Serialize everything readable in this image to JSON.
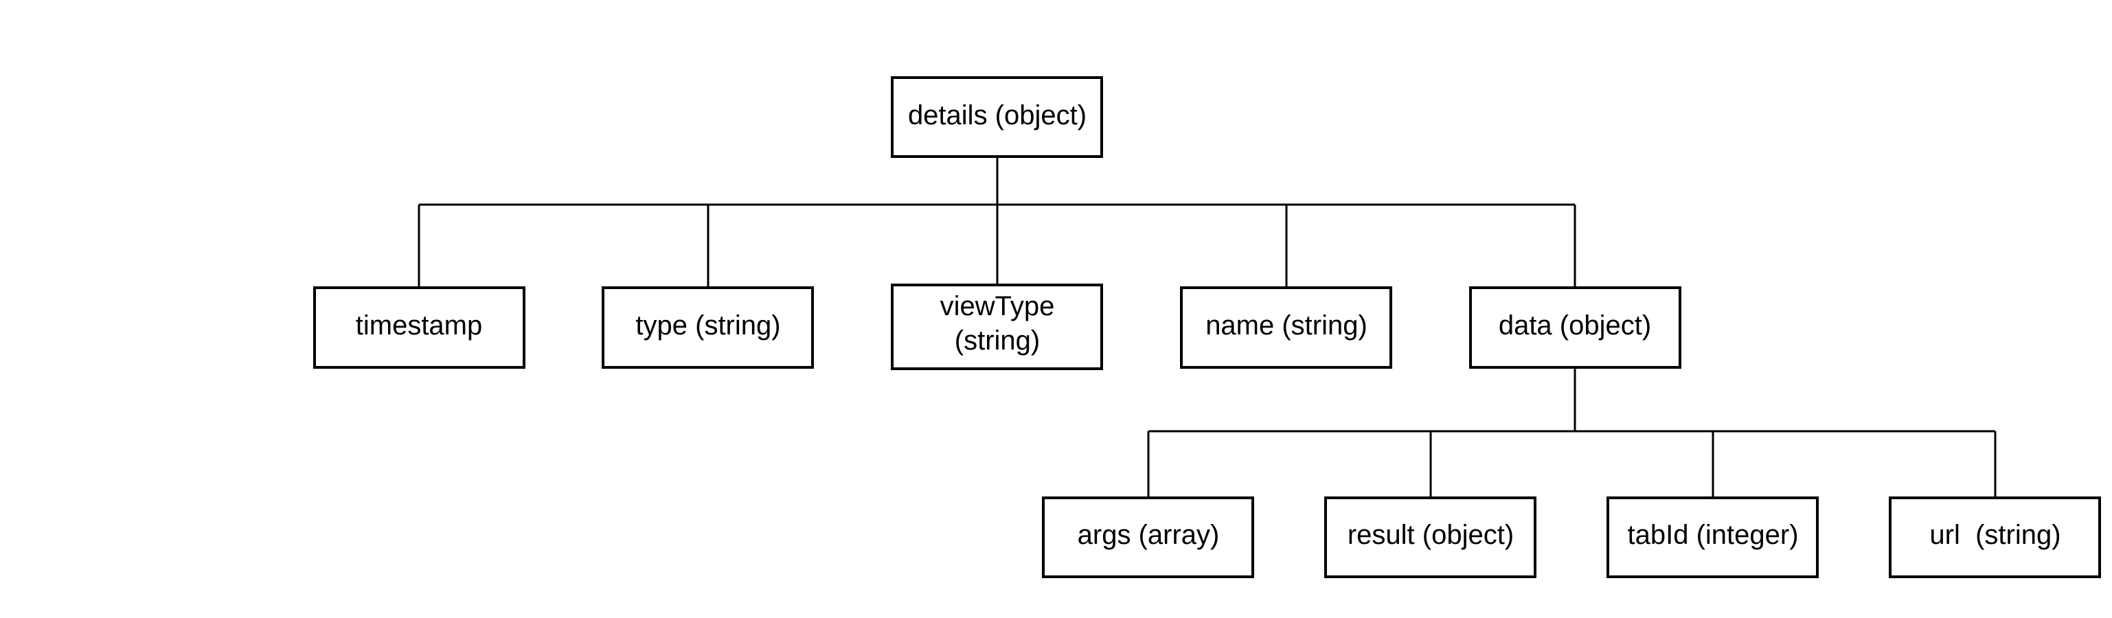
{
  "diagram": {
    "root": {
      "label": "details (object)"
    },
    "children": [
      {
        "label": "timestamp"
      },
      {
        "label": "type (string)"
      },
      {
        "label_line1": "viewType",
        "label_line2": "(string)"
      },
      {
        "label": "name (string)"
      },
      {
        "label": "data (object)"
      }
    ],
    "data_children": [
      {
        "label": "args (array)"
      },
      {
        "label": "result (object)"
      },
      {
        "label": "tabId (integer)"
      },
      {
        "label": "url  (string)"
      }
    ]
  }
}
